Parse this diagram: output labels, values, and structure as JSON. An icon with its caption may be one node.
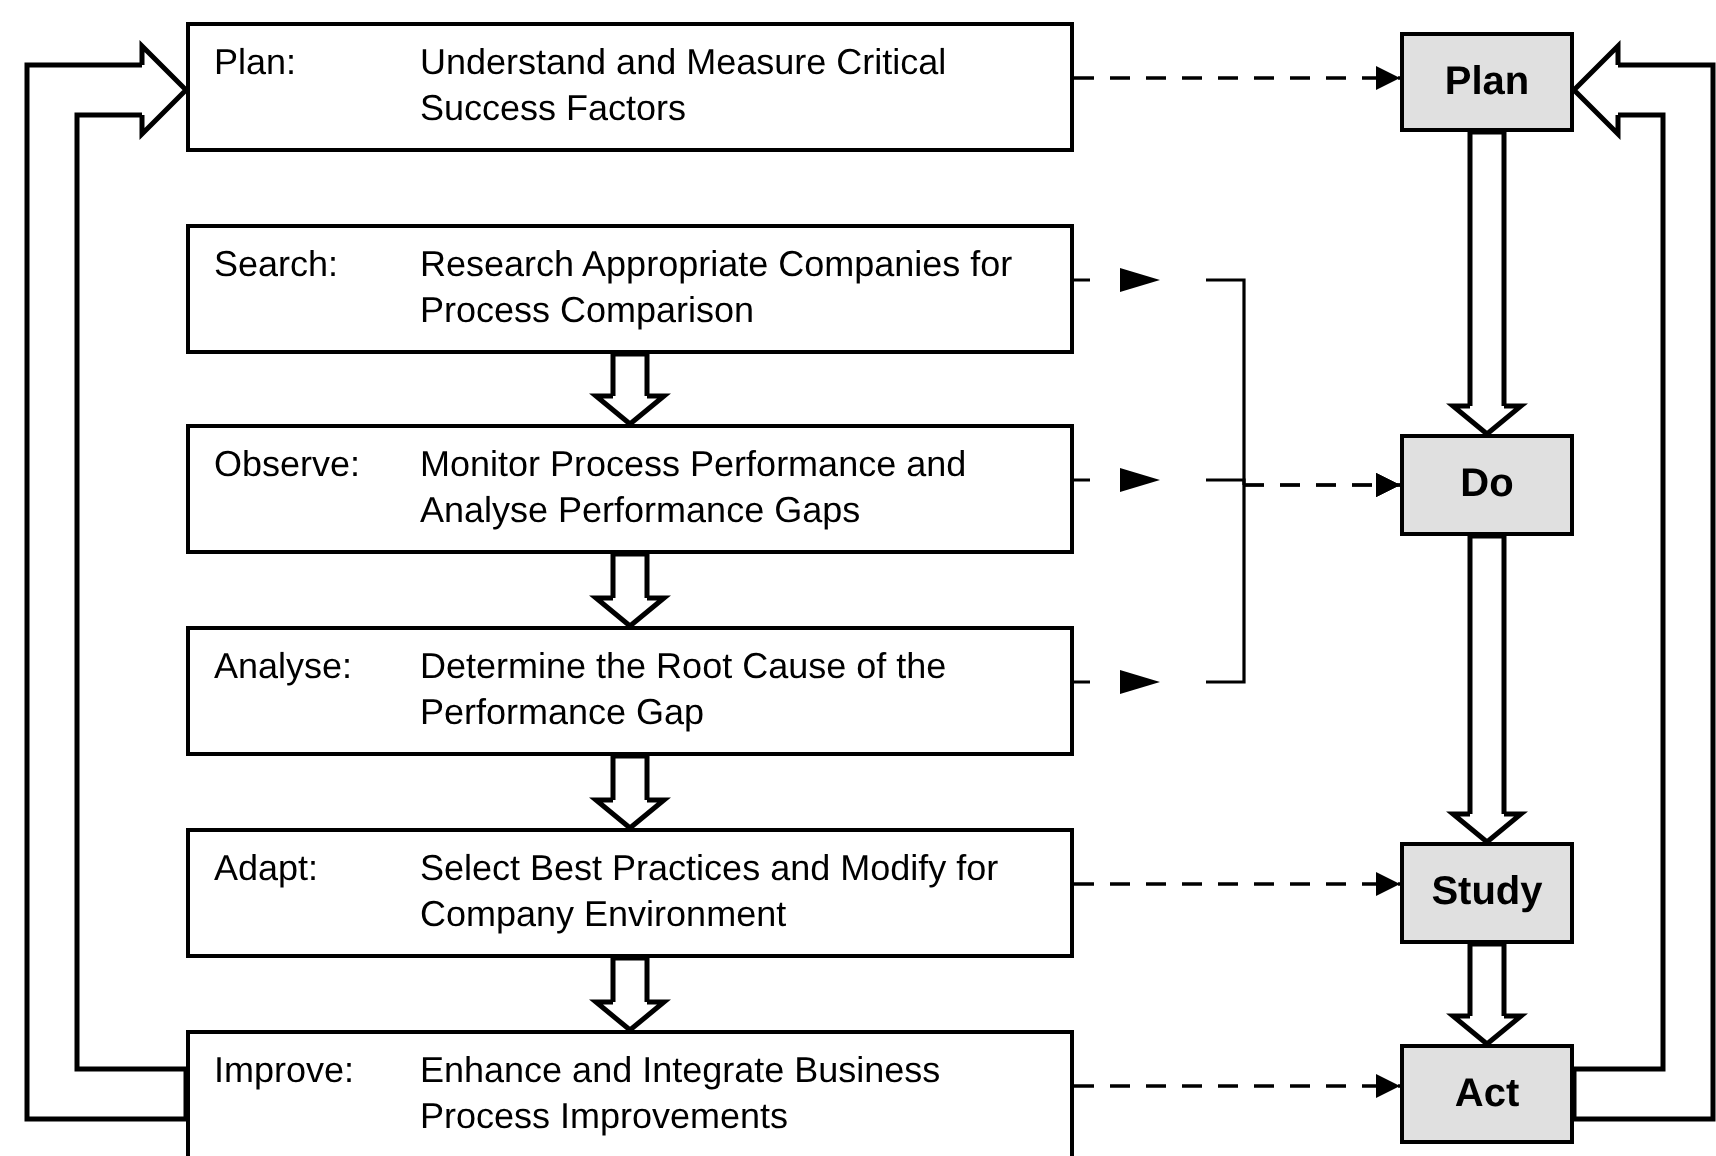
{
  "diagram": {
    "nodes": [
      {
        "text": [
          "Plan:",
          "Understand and Measure Critical Success Factors"
        ]
      },
      {
        "text": [
          "Search:",
          "Research Appropriate Companies for Process Comparison"
        ]
      },
      {
        "text": [
          "Observe:",
          "Monitor Process Performance and Analyse Performance Gaps"
        ]
      },
      {
        "text": [
          "Analyse:",
          "Determine the Root Cause of the Performance Gap"
        ]
      },
      {
        "text": [
          "Adapt:",
          "Select Best Practices and Modify for Company Environment"
        ]
      },
      {
        "text": [
          "Improve:",
          "Enhance and Integrate Business Process Improvements"
        ]
      },
      {
        "text": [
          "Plan"
        ]
      },
      {
        "text": [
          "Do"
        ]
      },
      {
        "text": [
          "Study"
        ]
      },
      {
        "text": [
          "Act"
        ]
      }
    ],
    "edges": [
      {
        "from": 0,
        "to": 6,
        "arrow": "to",
        "style": "dashed"
      },
      {
        "from": 1,
        "to": 7,
        "arrow": "to",
        "style": "dashed"
      },
      {
        "from": 2,
        "to": 7,
        "arrow": "to",
        "style": "dashed"
      },
      {
        "from": 3,
        "to": 7,
        "arrow": "to",
        "style": "dashed"
      },
      {
        "from": 4,
        "to": 8,
        "arrow": "to",
        "style": "dashed"
      },
      {
        "from": 5,
        "to": 9,
        "arrow": "to",
        "style": "dashed"
      },
      {
        "from": 1,
        "to": 2,
        "arrow": "to"
      },
      {
        "from": 2,
        "to": 3,
        "arrow": "to"
      },
      {
        "from": 3,
        "to": 4,
        "arrow": "to"
      },
      {
        "from": 4,
        "to": 5,
        "arrow": "to"
      },
      {
        "from": 6,
        "to": 7,
        "arrow": "to"
      },
      {
        "from": 7,
        "to": 8,
        "arrow": "to"
      },
      {
        "from": 8,
        "to": 9,
        "arrow": "to"
      },
      {
        "from": 5,
        "to": 0,
        "arrow": "to"
      },
      {
        "from": 9,
        "to": 6,
        "arrow": "to"
      }
    ]
  }
}
